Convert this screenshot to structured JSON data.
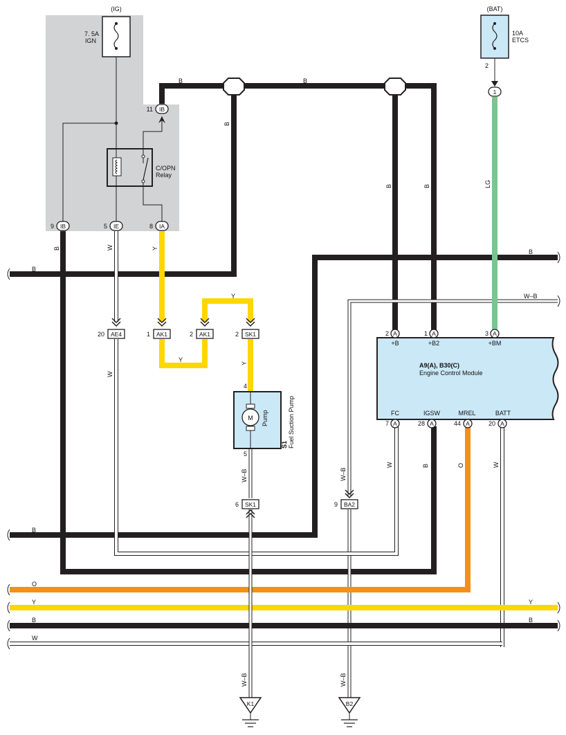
{
  "colors": {
    "B": "#231f20",
    "W": "#ffffff",
    "Y": "#ffd700",
    "O": "#f39019",
    "LG": "#7cc492",
    "WB_inner": "#ffffff",
    "shade": "#d2d3d5",
    "module_fill": "#cbe8f7"
  },
  "supplies": {
    "ig": {
      "label": "(IG)",
      "fuse_amp": "7. 5A",
      "fuse_name": "IGN"
    },
    "bat": {
      "label": "(BAT)",
      "fuse_amp": "10A",
      "fuse_name": "ETCS",
      "pin": "2"
    }
  },
  "relay": {
    "name_line1": "C/OPN",
    "name_line2": "Relay"
  },
  "junction_connectors": {
    "ib_top": {
      "pin": "11",
      "id": "IB"
    },
    "ib_bottom": {
      "pin": "9",
      "id": "IB"
    },
    "ie": {
      "pin": "5",
      "id": "IE"
    },
    "ia": {
      "pin": "8",
      "id": "IA"
    },
    "bm_entry": {
      "id": "1"
    }
  },
  "wire_labels": {
    "b_top_left": "B",
    "b_top_mid": "B",
    "b_vert_left": "B",
    "b_vert_ecm1": "B",
    "b_vert_ecm2": "B",
    "lg": "LG",
    "b_ecm_feed": "B",
    "wb_ecm_feed": "W–B",
    "b_left_1": "B",
    "b_ib_down": "B",
    "w_ie_down": "W",
    "y_ia_down": "Y",
    "y_loop_top": "Y",
    "y_loop_bottom": "Y",
    "y_pump": "Y",
    "w_ae4_down": "W",
    "wb_pump": "W–B",
    "wb_ba2": "W–B",
    "w_fc": "W",
    "b_igsw": "B",
    "o_mrel": "O",
    "w_batt": "W",
    "b_left_2": "B",
    "o_bus": "O",
    "y_bus_left": "Y",
    "y_bus_right": "Y",
    "b_bus_left": "B",
    "b_bus_right": "B",
    "w_bus": "W",
    "wb_k1": "W–B",
    "wb_b2": "W–B"
  },
  "connectors": {
    "ae4": {
      "pin": "20",
      "id": "AE4"
    },
    "ak1_1": {
      "pin": "1",
      "id": "AK1"
    },
    "ak1_2": {
      "pin": "2",
      "id": "AK1"
    },
    "sk1_2": {
      "pin": "2",
      "id": "SK1"
    },
    "sk1_6": {
      "pin": "6",
      "id": "SK1"
    },
    "ba2": {
      "pin": "9",
      "id": "BA2"
    }
  },
  "pump": {
    "motor": "M",
    "name": "Pump",
    "id": "S1",
    "desc": "Fuel Suction Pump",
    "pin_top": "4",
    "pin_bottom": "5"
  },
  "ecm": {
    "title": "A9(A), B30(C)",
    "subtitle": "Engine Control Module",
    "top_pins": [
      {
        "num": "2",
        "conn": "A",
        "term": "+B"
      },
      {
        "num": "1",
        "conn": "A",
        "term": "+B2"
      },
      {
        "num": "3",
        "conn": "A",
        "term": "+BM"
      }
    ],
    "bottom_pins": [
      {
        "num": "7",
        "conn": "A",
        "term": "FC"
      },
      {
        "num": "28",
        "conn": "A",
        "term": "IGSW"
      },
      {
        "num": "44",
        "conn": "A",
        "term": "MREL"
      },
      {
        "num": "20",
        "conn": "A",
        "term": "BATT"
      }
    ]
  },
  "grounds": {
    "k1": "K1",
    "b2": "B2"
  }
}
